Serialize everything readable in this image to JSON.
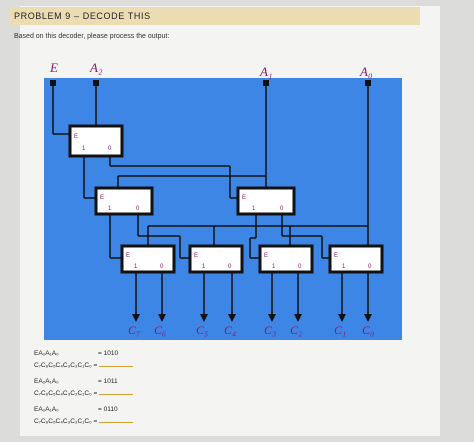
{
  "header": {
    "title": "PROBLEM 9 – DECODE THIS"
  },
  "intro": {
    "text": "Based on this decoder, please process the output:"
  },
  "diagram": {
    "input_labels": {
      "e": "E",
      "a2": "A₂",
      "a1": "A₁",
      "a0": "A₀"
    },
    "block_enable": "E",
    "block_one": "1",
    "block_zero": "0",
    "outputs": [
      "C₇",
      "C₆",
      "C₅",
      "C₄",
      "C₃",
      "C₂",
      "C₁",
      "C₀"
    ],
    "colors": {
      "background": "#3d86e6",
      "block_border": "#111111",
      "label": "#8a1a6a"
    }
  },
  "questions": [
    {
      "input_label": "EA₂A₁A₀",
      "input_value": "= 1010",
      "output_label": "C₇C₆C₅C₄C₃C₂C₁C₀ ="
    },
    {
      "input_label": "EA₂A₁A₀",
      "input_value": "= 1011",
      "output_label": "C₇C₆C₅C₄C₃C₂C₁C₀ ="
    },
    {
      "input_label": "EA₂A₁A₀",
      "input_value": "= 0110",
      "output_label": "C₇C₆C₅C₄C₃C₂C₁C₀ ="
    }
  ]
}
